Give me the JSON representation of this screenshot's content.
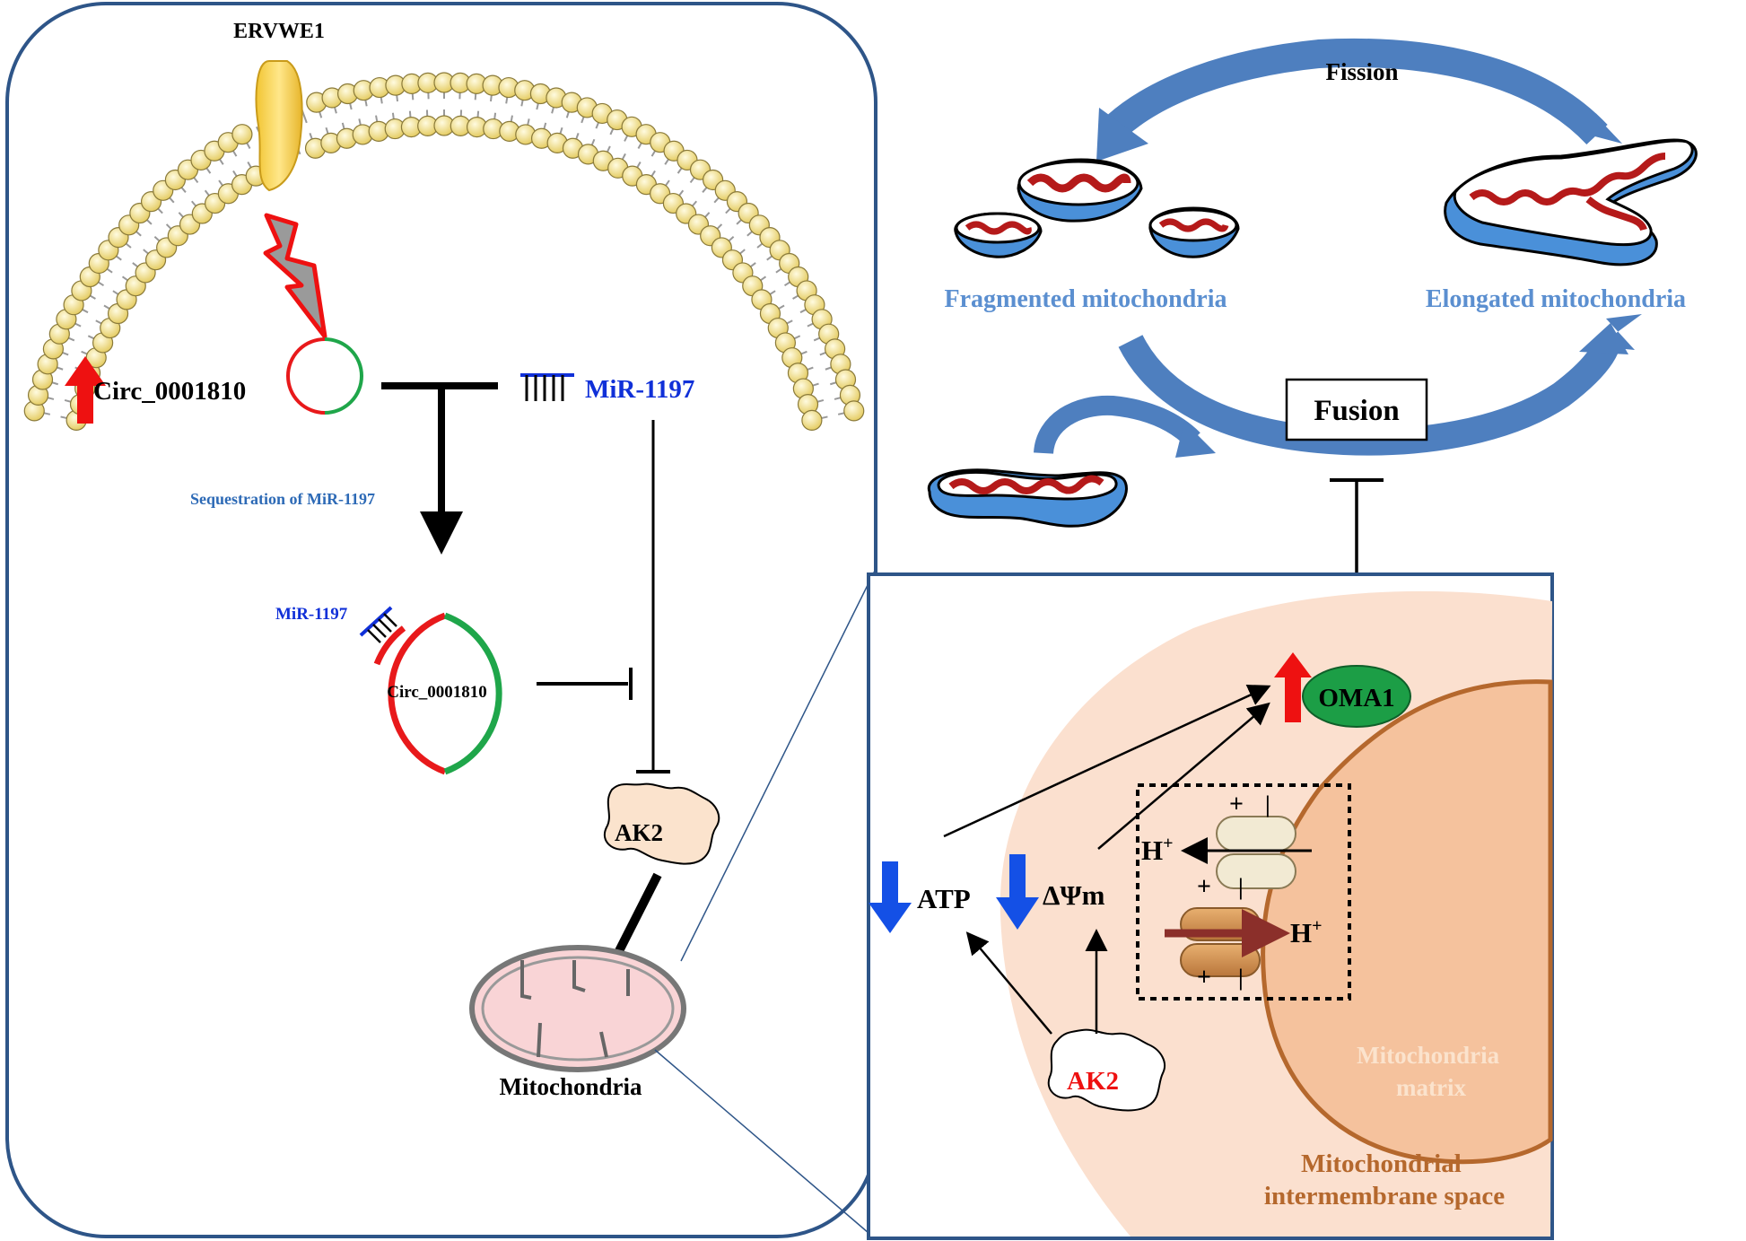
{
  "cell": {
    "receptor_label": "ERVWE1",
    "circ_label": "Circ_0001810",
    "mir_label": "MiR-1197",
    "sequestration_label": "Sequestration of MiR-1197",
    "complex_mir_label": "MiR-1197",
    "complex_circ_label": "Circ_0001810",
    "ak2_label": "AK2",
    "mito_label": "Mitochondria"
  },
  "dynamics": {
    "fission_label": "Fission",
    "fusion_label": "Fusion",
    "fragmented_label": "Fragmented mitochondria",
    "elongated_label": "Elongated mitochondria"
  },
  "detail": {
    "oma1_label": "OMA1",
    "atp_label": "ATP",
    "dpsi_label": "ΔΨm",
    "ak2_label": "AK2",
    "hplus_left": "H",
    "hplus_right": "H",
    "plus_sup": "+",
    "plus_signs": [
      "+",
      "+",
      "+"
    ],
    "minus_signs": [
      "|",
      "|",
      "|"
    ],
    "matrix_line1": "Mitochondria",
    "matrix_line2": "matrix",
    "ims_line1": "Mitochondrial",
    "ims_line2": "intermembrane space"
  },
  "colors": {
    "frame": "#2e5588",
    "label_blue": "#5b8fd0",
    "mir_blue": "#1030d8",
    "up_red": "#ee1111",
    "down_blue": "#1450e6",
    "oma1_green": "#1c9e46",
    "circ_red": "#e8191b",
    "circ_green": "#1fa64a",
    "ims_fill": "#fbe0cf",
    "matrix_fill": "#f5c29d",
    "matrix_stroke": "#b5682d",
    "ims_text": "#b5682d",
    "cycle_blue": "#4e7fbf"
  }
}
